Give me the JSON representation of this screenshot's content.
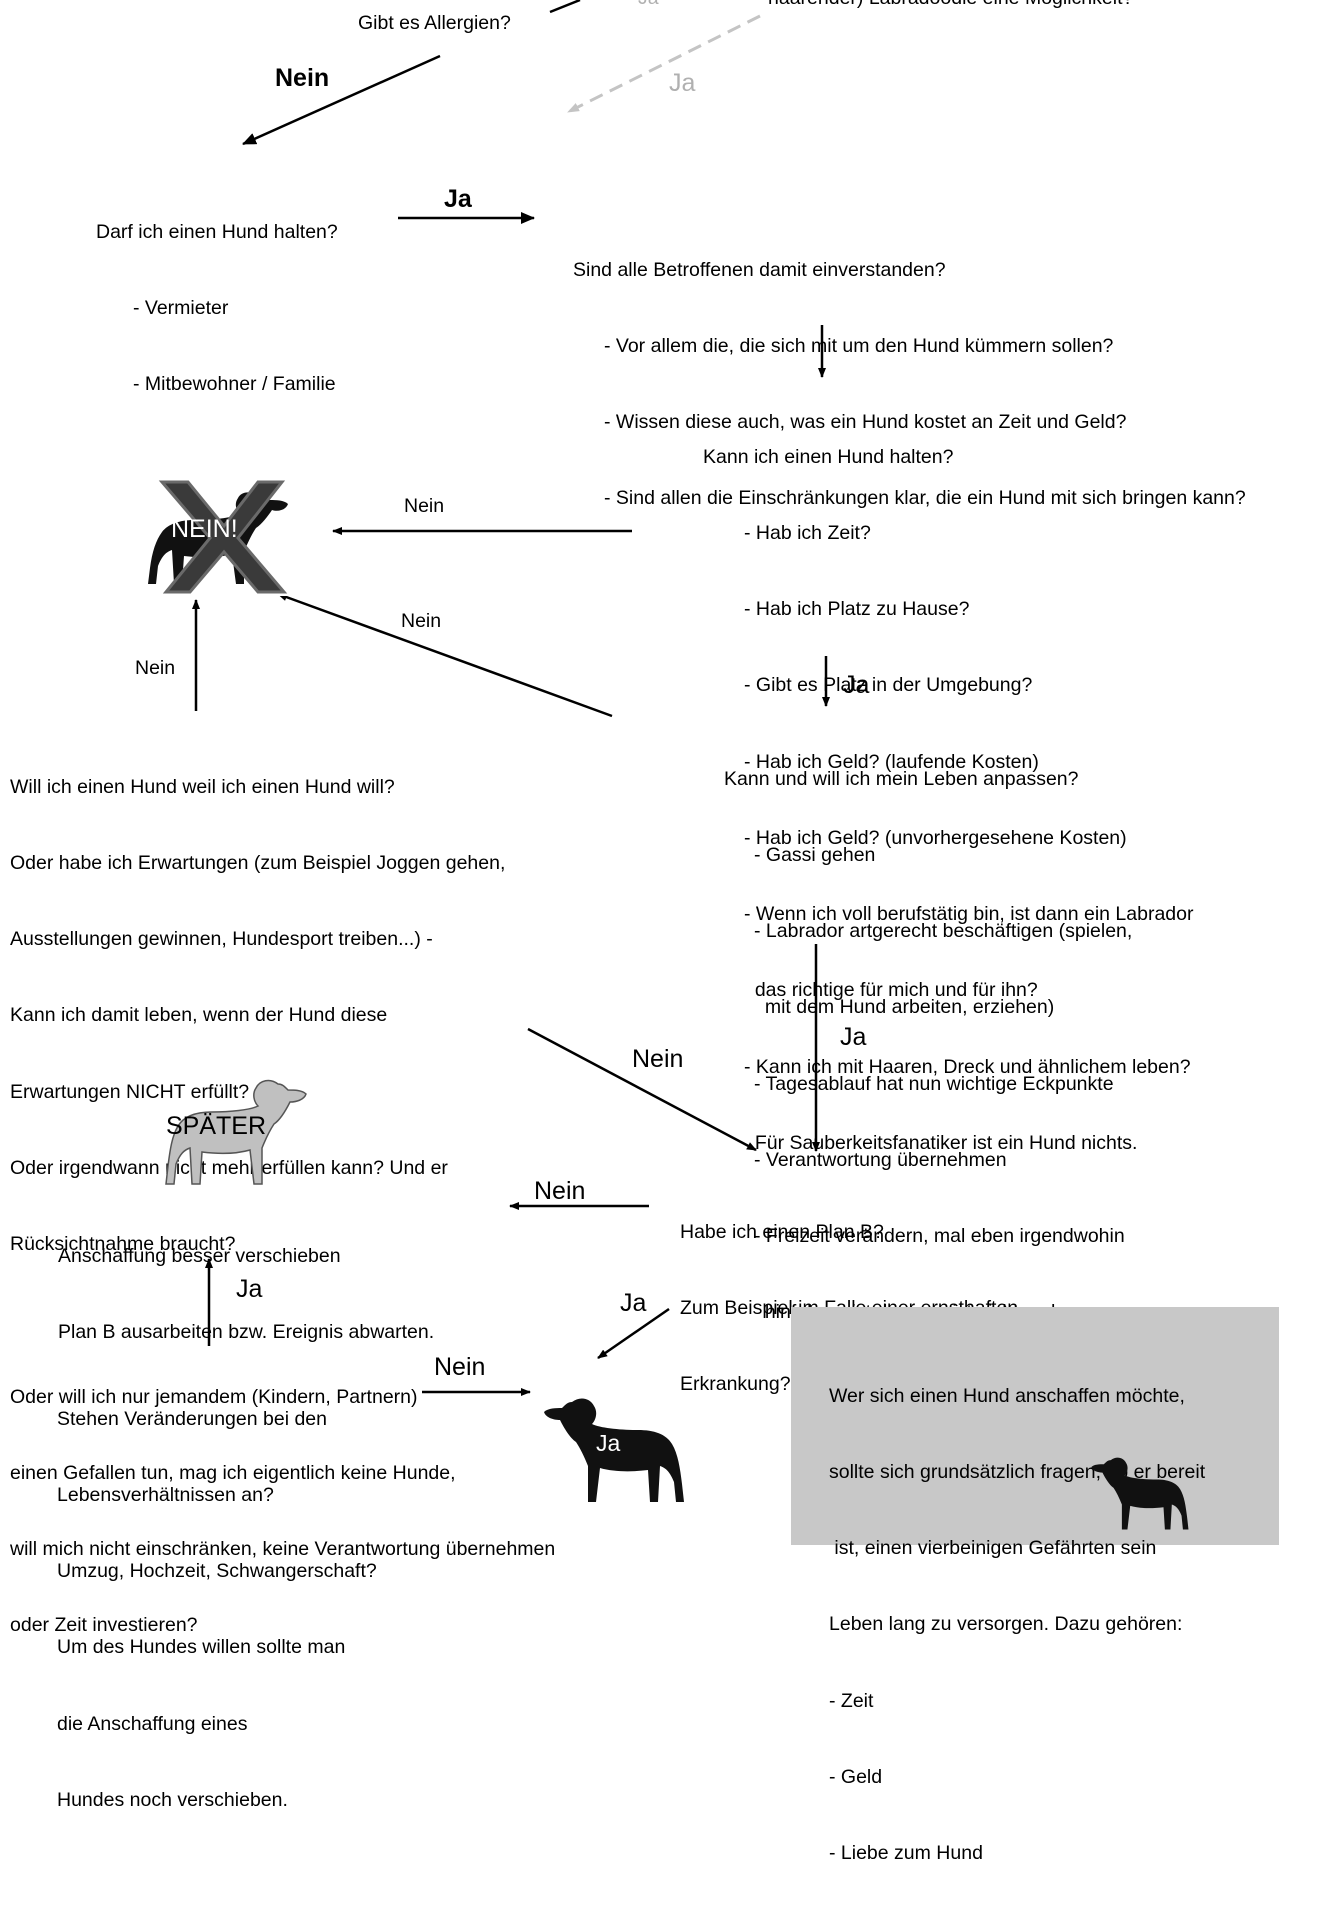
{
  "top": {
    "allergy_question": "Gibt es Allergien?",
    "cut_fragment": "Ja",
    "cut_fragment_right": "haarender) Labradoodle eine Möglichkeit?"
  },
  "nodes": {
    "darf": {
      "title": "Darf ich einen Hund halten?",
      "items": [
        "- Vermieter",
        "- Mitbewohner / Familie"
      ]
    },
    "einverstanden": {
      "title": "Sind alle Betroffenen damit einverstanden?",
      "items": [
        "- Vor allem die, die sich mit um den Hund kümmern sollen?",
        "- Wissen diese auch, was ein Hund kostet an Zeit und Geld?",
        "- Sind allen die Einschränkungen klar, die ein Hund mit sich bringen kann?"
      ]
    },
    "kann": {
      "title": "Kann ich einen Hund halten?",
      "items": [
        "- Hab ich Zeit?",
        "- Hab ich Platz zu Hause?",
        "- Gibt es Platz in der Umgebung?",
        "- Hab ich Geld? (laufende Kosten)",
        "- Hab ich Geld? (unvorhergesehene Kosten)",
        "- Wenn ich voll berufstätig bin, ist dann ein Labrador",
        "  das richtige für mich und für ihn?",
        "- Kann ich mit Haaren, Dreck und ähnlichem leben?",
        "  Für Sauberkeitsfanatiker ist ein Hund nichts."
      ]
    },
    "leben": {
      "title": "Kann und will ich mein Leben anpassen?",
      "items": [
        "- Gassi gehen",
        "- Labrador artgerecht beschäftigen (spielen,",
        "  mit dem Hund arbeiten, erziehen)",
        "- Tagesablauf hat nun wichtige Eckpunkte",
        "- Verantwortung übernehmen",
        "- Freizeit verändern, mal eben irgendwohin",
        "  hinfahren ist dann meist nicht mehr."
      ]
    },
    "warum": {
      "lines": [
        "Will ich einen Hund weil ich einen Hund will?",
        "Oder habe ich Erwartungen (zum Beispiel Joggen gehen,",
        "Ausstellungen gewinnen, Hundesport treiben...) -",
        "Kann ich damit leben, wenn der Hund diese",
        "Erwartungen NICHT erfüllt?",
        "Oder irgendwann nicht mehr erfüllen kann? Und er",
        "Rücksichtnahme braucht?",
        "",
        "Oder will ich nur jemandem (Kindern, Partnern)",
        "einen Gefallen tun, mag ich eigentlich keine Hunde,",
        "will mich nicht einschränken, keine Verantwortung übernehmen",
        "oder Zeit investieren?"
      ]
    },
    "planb": {
      "lines": [
        "Habe ich einen Plan B?",
        "Zum Beispiel im Falle einer ernsthaften",
        "Erkrankung?"
      ]
    },
    "verschieben": {
      "lines": [
        "Anschaffung besser verschieben",
        "Plan B ausarbeiten bzw. Ereignis abwarten."
      ]
    },
    "veraenderungen": {
      "lines": [
        "Stehen Veränderungen bei den",
        "Lebensverhältnissen an?",
        "Umzug, Hochzeit, Schwangerschaft?",
        "Um des Hundes willen sollte man",
        "die Anschaffung eines",
        "Hundes noch verschieben."
      ]
    }
  },
  "edge_labels": {
    "allergy_nein": "Nein",
    "allergy_ja": "Ja",
    "darf_ja": "Ja",
    "kann_nein": "Nein",
    "warum_nein_diag": "Nein",
    "warum_nein_up": "Nein",
    "kann_ja": "Ja",
    "leben_ja": "Ja",
    "warum_nein_planb": "Nein",
    "planb_nein": "Nein",
    "veraend_ja": "Ja",
    "planb_ja": "Ja",
    "veraend_nein": "Nein"
  },
  "icons": {
    "nein_label": "NEIN!",
    "spaeter_label": "SPÄTER",
    "ja_label": "Ja"
  },
  "infobox": {
    "lines": [
      "Wer sich einen Hund anschaffen möchte,",
      "sollte sich grundsätzlich fragen, ob er bereit",
      " ist, einen vierbeinigen Gefährten sein",
      "Leben lang zu versorgen. Dazu gehören:",
      "- Zeit",
      "- Geld",
      "- Liebe zum Hund"
    ]
  }
}
